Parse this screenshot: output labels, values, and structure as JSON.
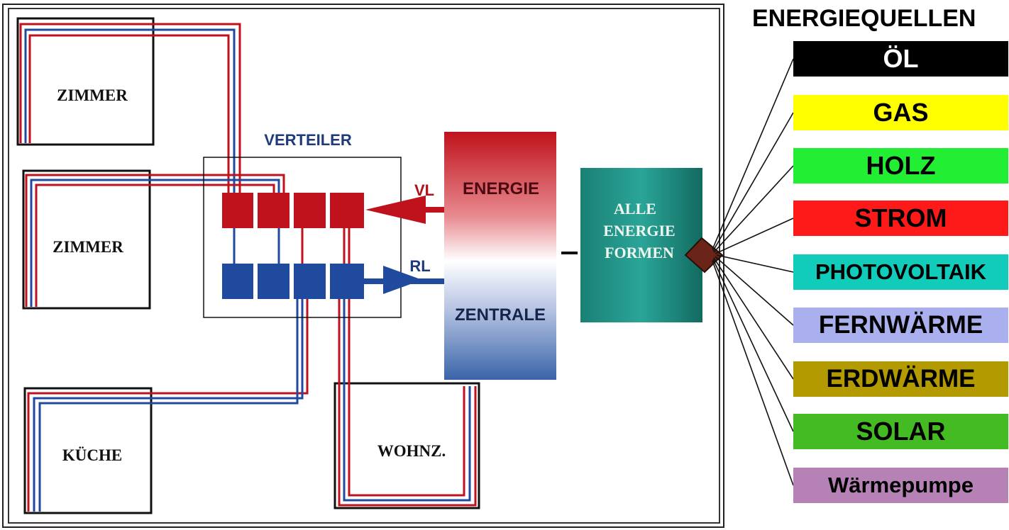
{
  "rooms": [
    {
      "label": "ZIMMER"
    },
    {
      "label": "ZIMMER"
    },
    {
      "label": "KÜCHE"
    },
    {
      "label": "WOHNZ."
    }
  ],
  "distributor": {
    "label": "VERTEILER"
  },
  "flow_labels": {
    "supply": "VL",
    "return": "RL"
  },
  "central": {
    "top_label": "ENERGIE",
    "bottom_label": "ZENTRALE"
  },
  "all_energy": {
    "line1": "ALLE",
    "line2": "ENERGIE",
    "line3": "FORMEN"
  },
  "legend": {
    "title": "ENERGIEQUELLEN",
    "sources": [
      {
        "label": "ÖL",
        "bg": "#000000",
        "fg": "#ffffff"
      },
      {
        "label": "GAS",
        "bg": "#ffff00",
        "fg": "#000000"
      },
      {
        "label": "HOLZ",
        "bg": "#22ee33",
        "fg": "#000000"
      },
      {
        "label": "STROM",
        "bg": "#ff1a1a",
        "fg": "#000000"
      },
      {
        "label": "PHOTOVOLTAIK",
        "bg": "#11ccbb",
        "fg": "#000000"
      },
      {
        "label": "FERNWÄRME",
        "bg": "#aab0ee",
        "fg": "#000000"
      },
      {
        "label": "ERDWÄRME",
        "bg": "#b39a00",
        "fg": "#000000"
      },
      {
        "label": "SOLAR",
        "bg": "#44bb22",
        "fg": "#000000"
      },
      {
        "label": "Wärmepumpe",
        "bg": "#b682b6",
        "fg": "#000000"
      }
    ]
  },
  "colors": {
    "supply_red": "#c0121c",
    "return_blue": "#1f4a9e",
    "central_red": "#c0121c",
    "central_blue": "#3a64a8",
    "all_energy_teal": "#1e8e82",
    "hub_brown": "#6a2418",
    "label_navy": "#1f3a7a"
  }
}
